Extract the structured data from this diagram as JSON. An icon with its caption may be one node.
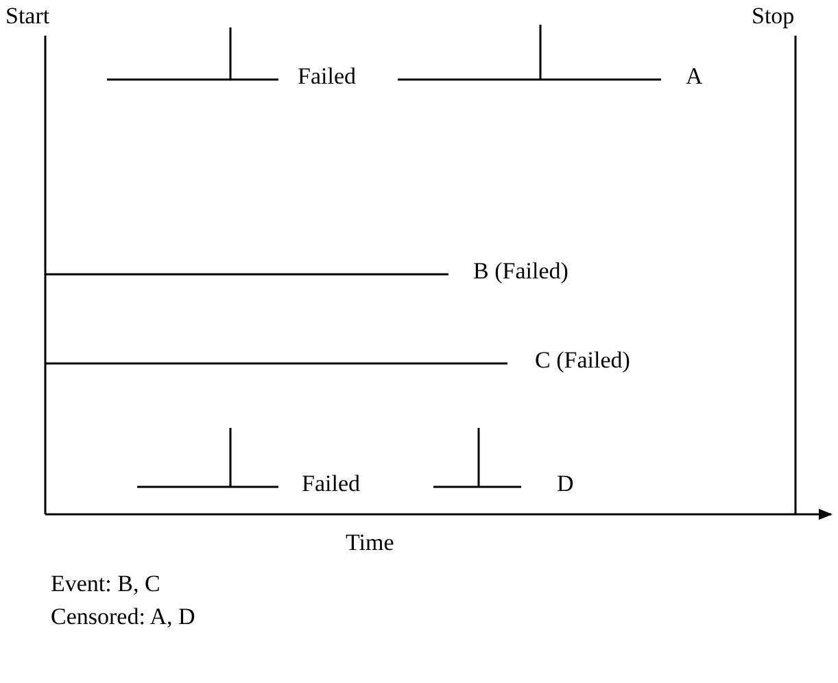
{
  "diagram": {
    "labels": [
      "Start",
      "Stop",
      "Failed",
      "A",
      "B (Failed)",
      "C (Failed)",
      "Failed",
      "D",
      "Time",
      "Event: B, C",
      "Censored: A, D"
    ]
  }
}
